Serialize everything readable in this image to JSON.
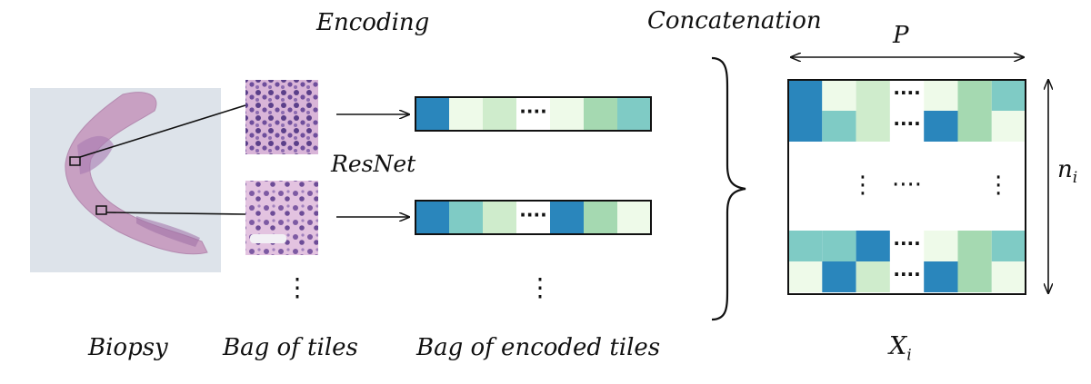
{
  "labels": {
    "encoding": "Encoding",
    "concatenation": "Concatenation",
    "resnet": "ResNet",
    "biopsy": "Biopsy",
    "bag_of_tiles": "Bag of tiles",
    "bag_of_encoded_tiles": "Bag of encoded tiles",
    "p": "P",
    "n": "n",
    "n_sub": "i",
    "x": "X",
    "x_sub": "i",
    "dots_h": "····",
    "dots_v": "⋮"
  },
  "colors": {
    "dark_blue": "#2a86bc",
    "teal": "#7fcbc5",
    "mid_green": "#a5d9b1",
    "light_green": "#cfeccc",
    "pale_green": "#eefae9",
    "white": "#ffffff",
    "tissue": "#c9a3c4",
    "slide_bg": "#dfe4ec"
  },
  "vector_1": [
    "dark_blue",
    "pale_green",
    "light_green",
    "dots",
    "pale_green",
    "mid_green",
    "teal"
  ],
  "vector_2": [
    "dark_blue",
    "teal",
    "light_green",
    "dots",
    "dark_blue",
    "mid_green",
    "pale_green"
  ],
  "matrix_rows": [
    [
      "dark_blue",
      "pale_green",
      "light_green",
      "dots",
      "pale_green",
      "mid_green",
      "teal"
    ],
    [
      "dark_blue",
      "teal",
      "light_green",
      "dots",
      "dark_blue",
      "mid_green",
      "pale_green"
    ],
    [
      "teal",
      "teal",
      "dark_blue",
      "dots",
      "pale_green",
      "mid_green",
      "teal"
    ],
    [
      "pale_green",
      "dark_blue",
      "light_green",
      "dots",
      "dark_blue",
      "mid_green",
      "pale_green"
    ]
  ]
}
